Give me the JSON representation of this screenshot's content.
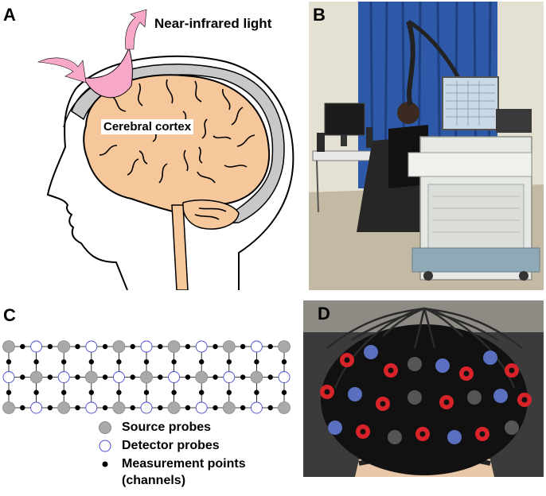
{
  "panels": {
    "a": "A",
    "b": "B",
    "c": "C",
    "d": "D"
  },
  "panel_a": {
    "light_label": "Near-infrared light",
    "cortex_label": "Cerebral cortex"
  },
  "panel_c": {
    "legend": {
      "source": "Source probes",
      "detector": "Detector probes",
      "channels_line1": "Measurement points",
      "channels_line2": "(channels)"
    },
    "grid": {
      "rows": 3,
      "cols": 11
    }
  },
  "colors": {
    "brain": "#f6c79b",
    "skull": "#c8c8c8",
    "arrow": "#f7a8c9",
    "source_probe": "#a9a9a9",
    "detector_probe": "#4a4ad0",
    "curtain": "#2e58a8"
  }
}
